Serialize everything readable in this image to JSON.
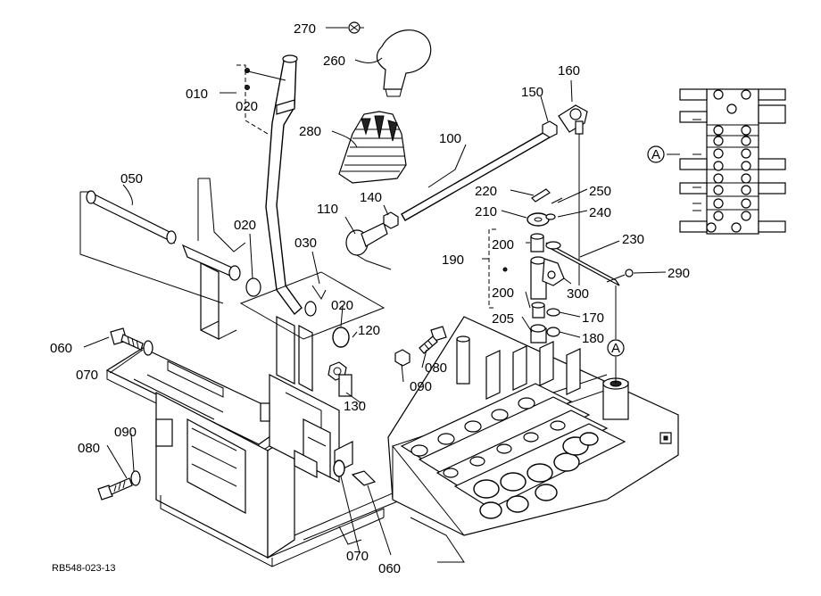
{
  "diagram_code": "RB548-023-13",
  "callout_marker": "A",
  "parts": {
    "p270": "270",
    "p260": "260",
    "p010": "010",
    "p020a": "020",
    "p280": "280",
    "p160": "160",
    "p150": "150",
    "p100": "100",
    "p050": "050",
    "p020b": "020",
    "p030": "030",
    "p110": "110",
    "p140": "140",
    "p220": "220",
    "p250": "250",
    "p210": "210",
    "p240": "240",
    "p200a": "200",
    "p230": "230",
    "p190": "190",
    "p290": "290",
    "p300": "300",
    "p200b": "200",
    "p170": "170",
    "p205": "205",
    "p180": "180",
    "p020c": "020",
    "p120": "120",
    "p060a": "060",
    "p070a": "070",
    "p080a": "080",
    "p090a": "090",
    "p130": "130",
    "p080b": "080",
    "p090b": "090",
    "p070b": "070",
    "p060b": "060"
  }
}
